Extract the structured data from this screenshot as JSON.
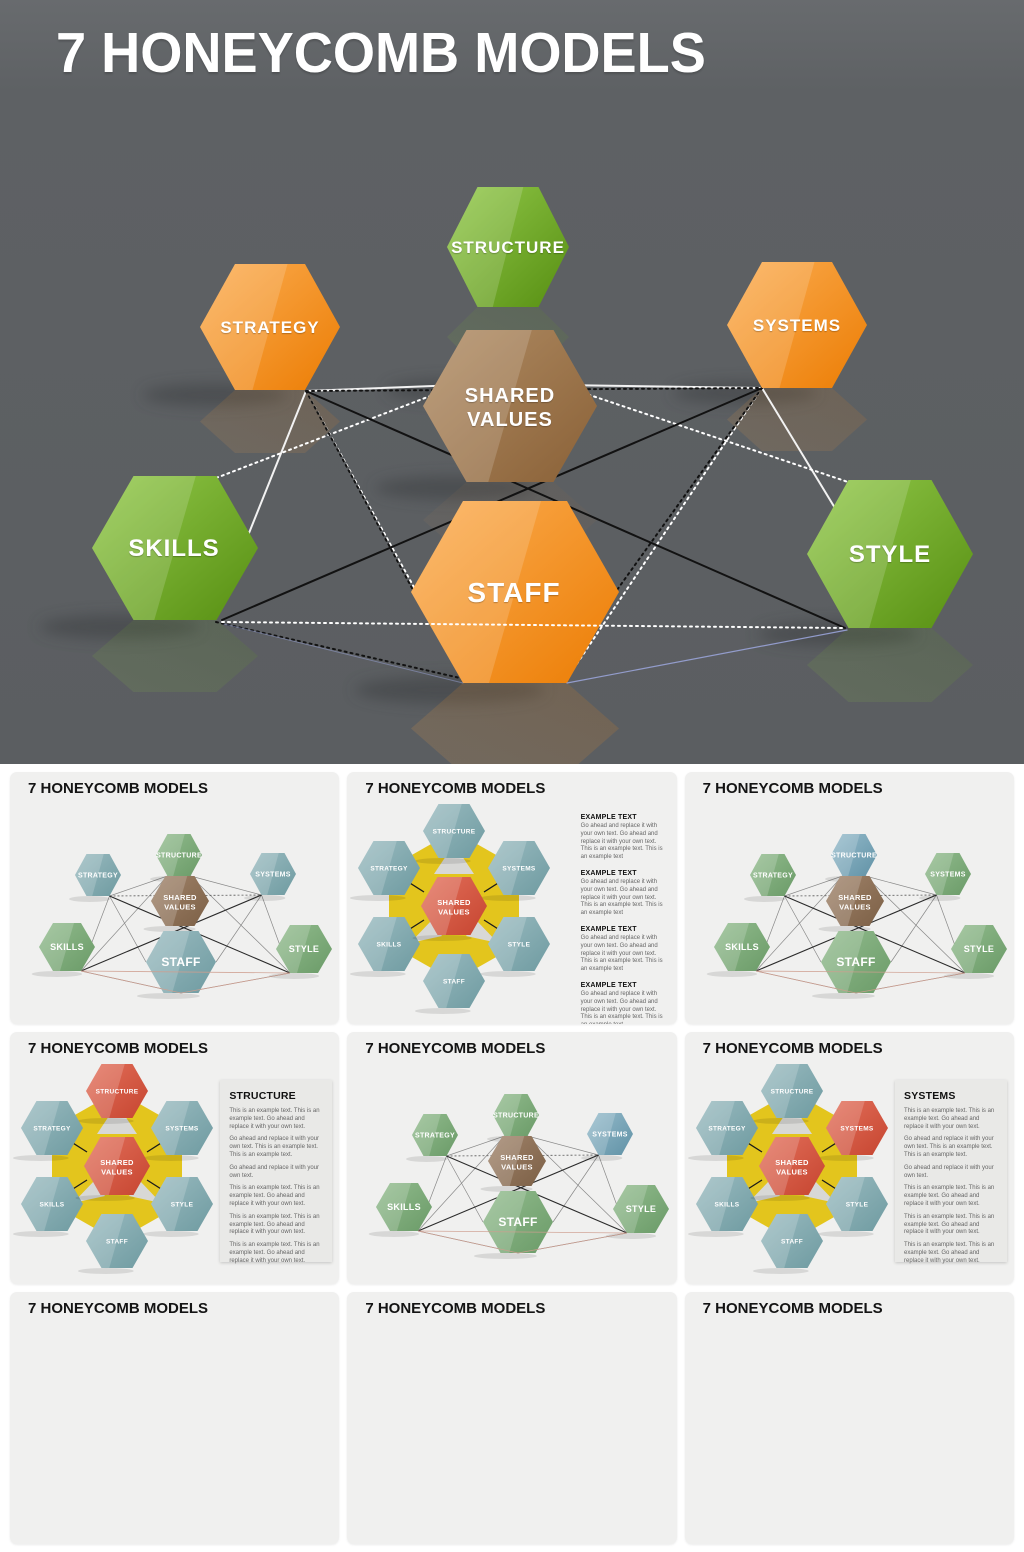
{
  "node_labels": {
    "structure": "STRUCTURE",
    "strategy": "STRATEGY",
    "systems": "SYSTEMS",
    "shared_values": "SHARED VALUES",
    "shared_values_line1": "SHARED",
    "shared_values_line2": "VALUES",
    "skills": "SKILLS",
    "staff": "STAFF",
    "style": "STYLE"
  },
  "main_slide": {
    "title": "7 HONEYCOMB MODELS",
    "background": "#5e6164"
  },
  "colors": {
    "palettes": {
      "orange": [
        "#FBAD52",
        "#EC7D04"
      ],
      "green": [
        "#92C94A",
        "#578F12"
      ],
      "brown": [
        "#B08C64",
        "#8A6137"
      ],
      "sage": [
        "#92BC8E",
        "#6B9B68"
      ],
      "teal": [
        "#9ABBC0",
        "#6F9BA1"
      ],
      "blue": [
        "#95BBCB",
        "#6192A6"
      ],
      "red": [
        "#E3705B",
        "#C64530"
      ],
      "thumb_brown": [
        "#A0836A",
        "#7C6046"
      ]
    },
    "flower_yellow": "#E3C51D",
    "pink_line": "#CF9E8F",
    "thumb_bg": "#F0F0EF"
  },
  "thumbnails": [
    {
      "title": "7 HONEYCOMB MODELS",
      "variant": "network",
      "node_colors": {
        "structure": "sage",
        "strategy": "teal",
        "systems": "teal",
        "shared_values": "thumb_brown",
        "skills": "sage",
        "staff": "teal",
        "style": "sage"
      }
    },
    {
      "title": "7 HONEYCOMB MODELS",
      "variant": "flower",
      "node_colors": {
        "structure": "teal",
        "strategy": "teal",
        "systems": "teal",
        "shared_values": "red",
        "skills": "teal",
        "staff": "teal",
        "style": "teal"
      },
      "panel": {
        "type": "sections",
        "sections": [
          {
            "heading": "EXAMPLE TEXT",
            "body": "Go ahead and replace it with your own text. Go ahead and replace it with your own text. This is an example text. This is an example text"
          },
          {
            "heading": "EXAMPLE TEXT",
            "body": "Go ahead and replace it with your own text. Go ahead and replace it with your own text. This is an example text. This is an example text"
          },
          {
            "heading": "EXAMPLE TEXT",
            "body": "Go ahead and replace it with your own text. Go ahead and replace it with your own text. This is an example text. This is an example text"
          },
          {
            "heading": "EXAMPLE TEXT",
            "body": "Go ahead and replace it with your own text. Go ahead and replace it with your own text. This is an example text. This is an example text"
          }
        ]
      }
    },
    {
      "title": "7 HONEYCOMB MODELS",
      "variant": "network",
      "node_colors": {
        "structure": "blue",
        "strategy": "sage",
        "systems": "sage",
        "shared_values": "thumb_brown",
        "skills": "sage",
        "staff": "sage",
        "style": "sage"
      }
    },
    {
      "title": "7 HONEYCOMB MODELS",
      "variant": "flower",
      "node_colors": {
        "structure": "red",
        "strategy": "teal",
        "systems": "teal",
        "shared_values": "red",
        "skills": "teal",
        "staff": "teal",
        "style": "teal"
      },
      "panel": {
        "type": "box",
        "heading": "STRUCTURE",
        "paragraphs": [
          "This is an example text. This is an example text. Go ahead and replace it with your own text.",
          "Go ahead and replace it with your own text. This is an example text. This is an example text.",
          "Go ahead and replace it with your own text.",
          "This is an example text. This is an example text. Go ahead and replace it with your own text.",
          "This is an example text. This is an example text. Go ahead and replace it with your own text.",
          "This is an example text. This is an example text. Go ahead and replace it with your own text."
        ]
      }
    },
    {
      "title": "7 HONEYCOMB MODELS",
      "variant": "network",
      "node_colors": {
        "structure": "sage",
        "strategy": "sage",
        "systems": "blue",
        "shared_values": "thumb_brown",
        "skills": "sage",
        "staff": "sage",
        "style": "sage"
      }
    },
    {
      "title": "7 HONEYCOMB MODELS",
      "variant": "flower",
      "node_colors": {
        "structure": "teal",
        "strategy": "teal",
        "systems": "red",
        "shared_values": "red",
        "skills": "teal",
        "staff": "teal",
        "style": "teal"
      },
      "panel": {
        "type": "box",
        "heading": "SYSTEMS",
        "paragraphs": [
          "This is an example text. This is an example text. Go ahead and replace it with your own text.",
          "Go ahead and replace it with your own text. This is an example text. This is an example text.",
          "Go ahead and replace it with your own text.",
          "This is an example text. This is an example text. Go ahead and replace it with your own text.",
          "This is an example text. This is an example text. Go ahead and replace it with your own text.",
          "This is an example text. This is an example text. Go ahead and replace it with your own text."
        ]
      }
    }
  ],
  "bottom_row": [
    {
      "title": "7 HONEYCOMB MODELS"
    },
    {
      "title": "7 HONEYCOMB MODELS"
    },
    {
      "title": "7 HONEYCOMB MODELS"
    }
  ]
}
